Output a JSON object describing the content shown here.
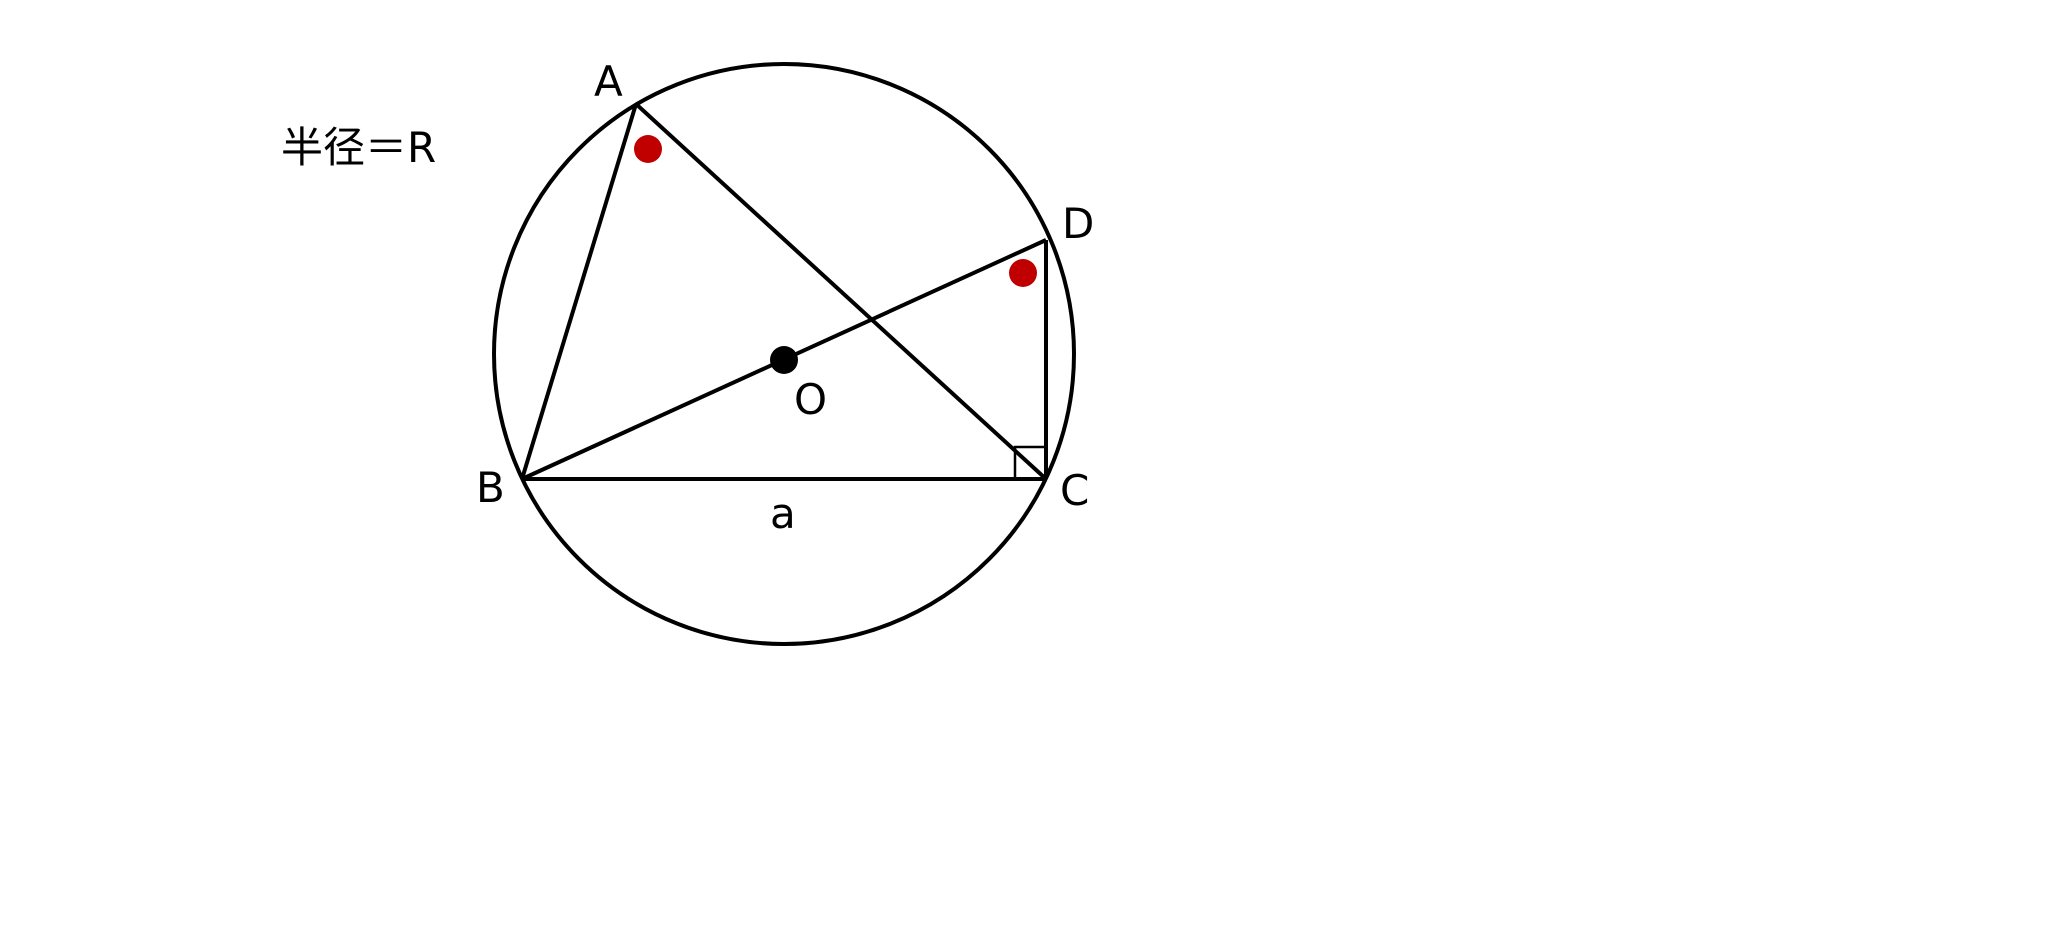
{
  "labels": {
    "radius": "半径＝R",
    "A": "A",
    "B": "B",
    "C": "C",
    "D": "D",
    "O": "O",
    "a": "a"
  },
  "colors": {
    "line": "#000000",
    "angle_mark": "#c00000"
  }
}
